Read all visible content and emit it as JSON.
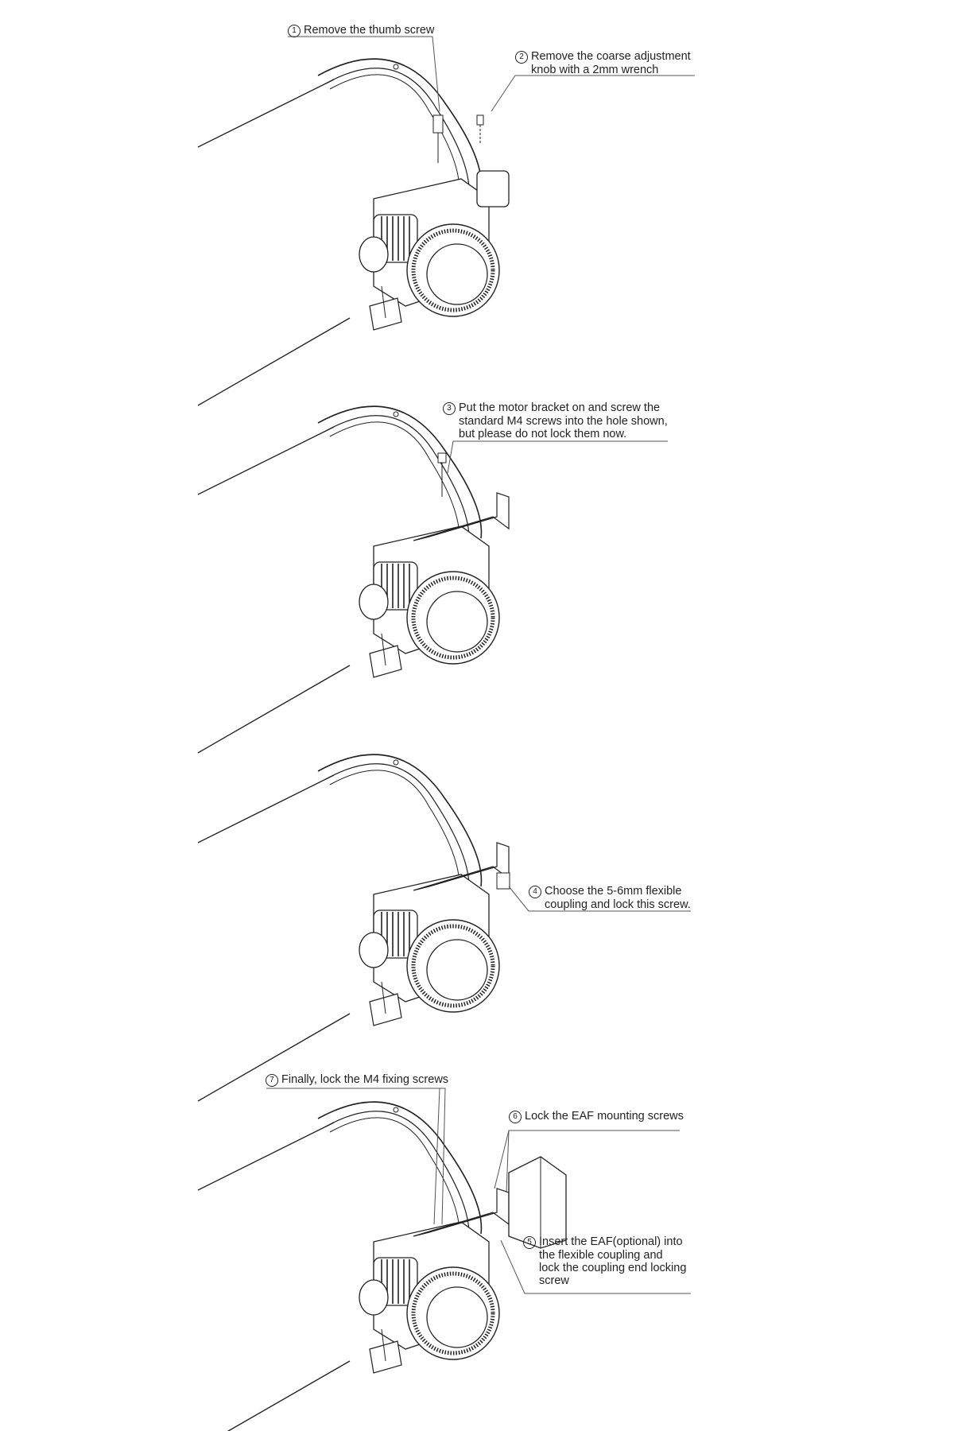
{
  "steps": [
    {
      "number": "1",
      "lines": [
        "Remove the thumb screw"
      ]
    },
    {
      "number": "2",
      "lines": [
        "Remove the coarse adjustment",
        "knob with a 2mm wrench"
      ]
    },
    {
      "number": "3",
      "lines": [
        "Put the motor bracket on and screw the",
        "standard M4 screws into the hole shown,",
        "but please do not lock them now."
      ]
    },
    {
      "number": "4",
      "lines": [
        "Choose the 5-6mm flexible",
        "coupling and lock this screw."
      ]
    },
    {
      "number": "5",
      "lines": [
        "Insert the EAF(optional) into",
        "the flexible coupling and",
        "lock the coupling end locking",
        "screw"
      ]
    },
    {
      "number": "6",
      "lines": [
        "Lock the EAF mounting screws"
      ]
    },
    {
      "number": "7",
      "lines": [
        "Finally, lock the M4 fixing screws"
      ]
    }
  ]
}
